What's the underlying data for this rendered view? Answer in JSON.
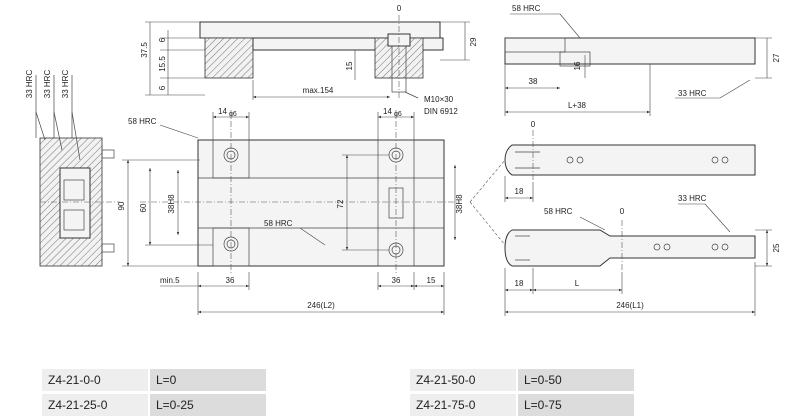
{
  "hardness": {
    "hrc58": "58 HRC",
    "hrc33": "33 HRC"
  },
  "dims": {
    "d0": "0",
    "d37_5": "37.5",
    "d6a": "6",
    "d15_5": "15.5",
    "d6b": "6",
    "d15": "15",
    "d29": "29",
    "max154": "max.154",
    "d16": "16",
    "d27": "27",
    "d38": "38",
    "lplus38": "L+38",
    "d14": "14",
    "g6": "g6",
    "d90": "90",
    "d60": "60",
    "h38a": "38H8",
    "d72": "72",
    "h38b": "38H8",
    "min5": "min.5",
    "d36a": "36",
    "d36b": "36",
    "d15b": "15",
    "l2": "246(L2)",
    "d18a": "18",
    "d18b": "18",
    "dL": "L",
    "d25": "25",
    "l1": "246(L1)"
  },
  "bolt": {
    "line1": "M10×30",
    "line2": "DIN 6912"
  },
  "table": [
    {
      "code": "Z4-21-0-0",
      "value": "L=0"
    },
    {
      "code": "Z4-21-25-0",
      "value": "L=0-25"
    },
    {
      "code": "Z4-21-50-0",
      "value": "L=0-50"
    },
    {
      "code": "Z4-21-75-0",
      "value": "L=0-75"
    }
  ]
}
